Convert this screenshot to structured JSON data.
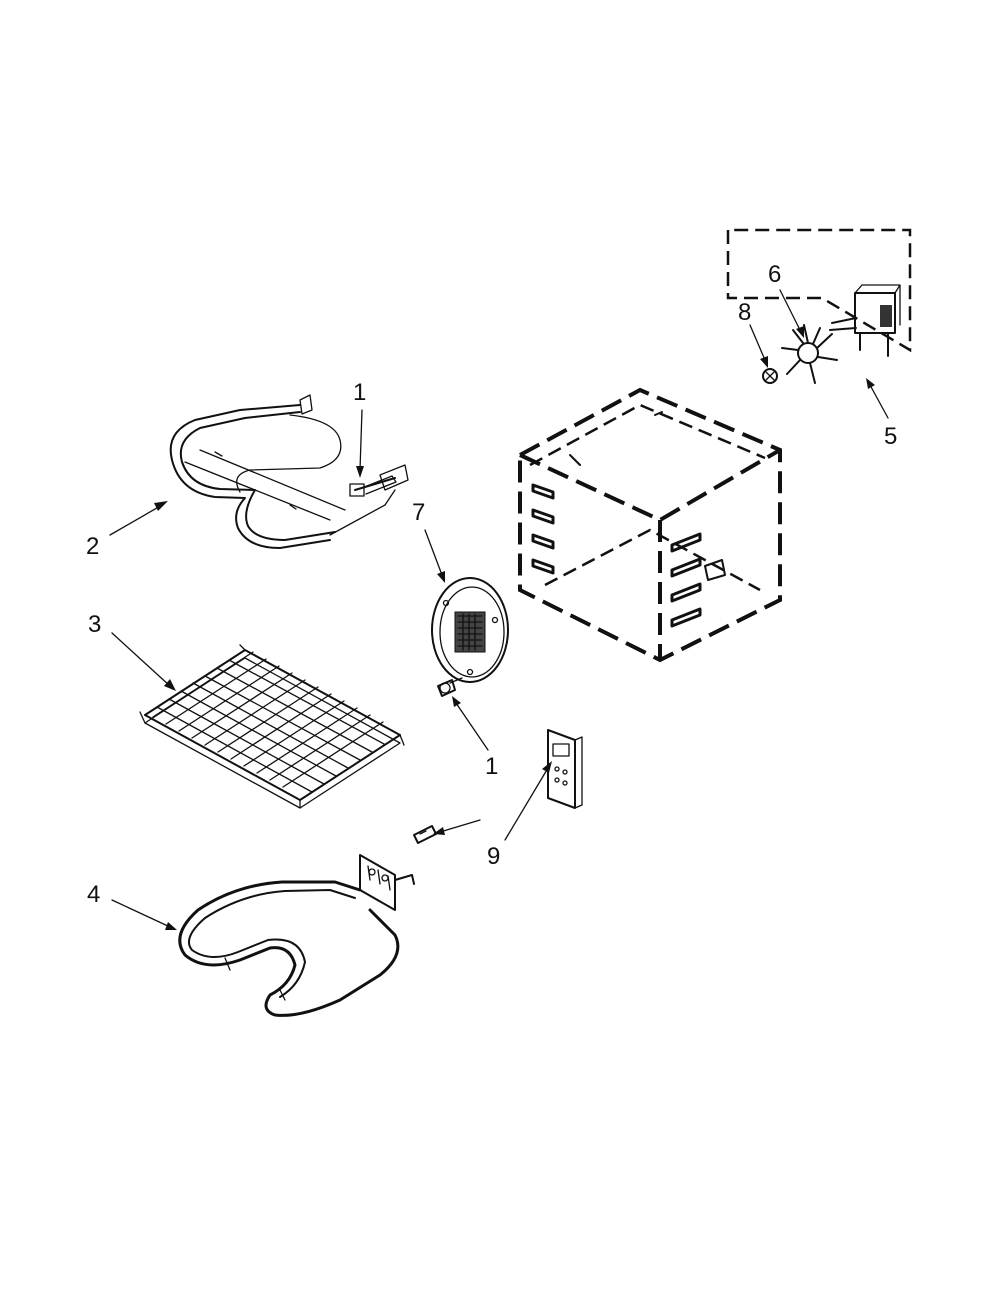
{
  "diagram": {
    "colors": {
      "ink": "#111111",
      "background": "#ffffff"
    },
    "callouts": {
      "c1_top": "1",
      "c2": "2",
      "c3": "3",
      "c7": "7",
      "c1_mid": "1",
      "c4": "4",
      "c9": "9",
      "c6": "6",
      "c8": "8",
      "c5": "5"
    }
  }
}
